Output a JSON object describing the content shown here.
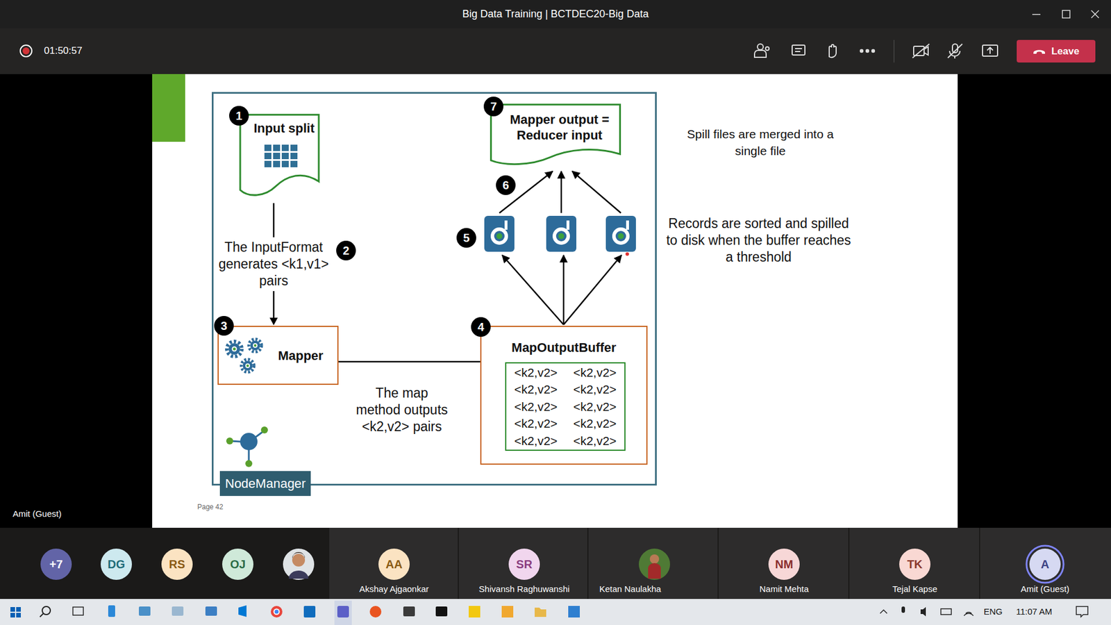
{
  "diagram": {
    "title": "Big Data Training | BCTDEC20-Big Data",
    "nodes": [
      {
        "text": [
          "Leave"
        ]
      },
      {
        "text": [
          "NodeManager"
        ]
      },
      {
        "text": [
          "Input split"
        ],
        "in": 1
      },
      {
        "text": [
          "Mapper output = Reducer input"
        ],
        "in": 1
      },
      {
        "text": [
          "Mapper"
        ],
        "in": 1
      },
      {
        "text": [
          "MapOutputBuffer"
        ],
        "in": 1
      },
      {
        "text": [
          "<k2,v2>",
          "<k2,v2>",
          "<k2,v2>",
          "<k2,v2>",
          "<k2,v2>",
          "<k2,v2>",
          "<k2,v2>",
          "<k2,v2>",
          "<k2,v2>",
          "<k2,v2>"
        ],
        "in": 5
      },
      {
        "text": [
          "+7"
        ]
      },
      {
        "text": [
          "DG"
        ]
      },
      {
        "text": [
          "RS"
        ]
      },
      {
        "text": [
          "OJ"
        ]
      },
      {
        "text": [
          "AA",
          "Akshay Ajgaonkar"
        ]
      },
      {
        "text": [
          "SR",
          "Shivansh Raghuwanshi"
        ]
      },
      {
        "text": [
          "NM",
          "Namit Mehta"
        ]
      },
      {
        "text": [
          "TK",
          "Tejal Kapse"
        ]
      },
      {
        "text": [
          "A",
          "Amit (Guest)"
        ]
      }
    ],
    "edges": [
      {
        "from": 2,
        "to": 4,
        "arrow": "to",
        "label": "The InputFormat generates <k1,v1> pairs"
      },
      {
        "from": 4,
        "to": 5,
        "arrow": "none",
        "label": "The map method outputs <k2,v2> pairs"
      }
    ],
    "labels": [
      "01:50:57",
      "1",
      "2",
      "3",
      "4",
      "5",
      "6",
      "7",
      "Spill files are merged into a single file",
      "Records are sorted and spilled to disk when the buffer reaches a threshold",
      "Page 42",
      "Amit (Guest)",
      "Ketan Naulakha",
      "ENG",
      "11:07 AM"
    ]
  }
}
